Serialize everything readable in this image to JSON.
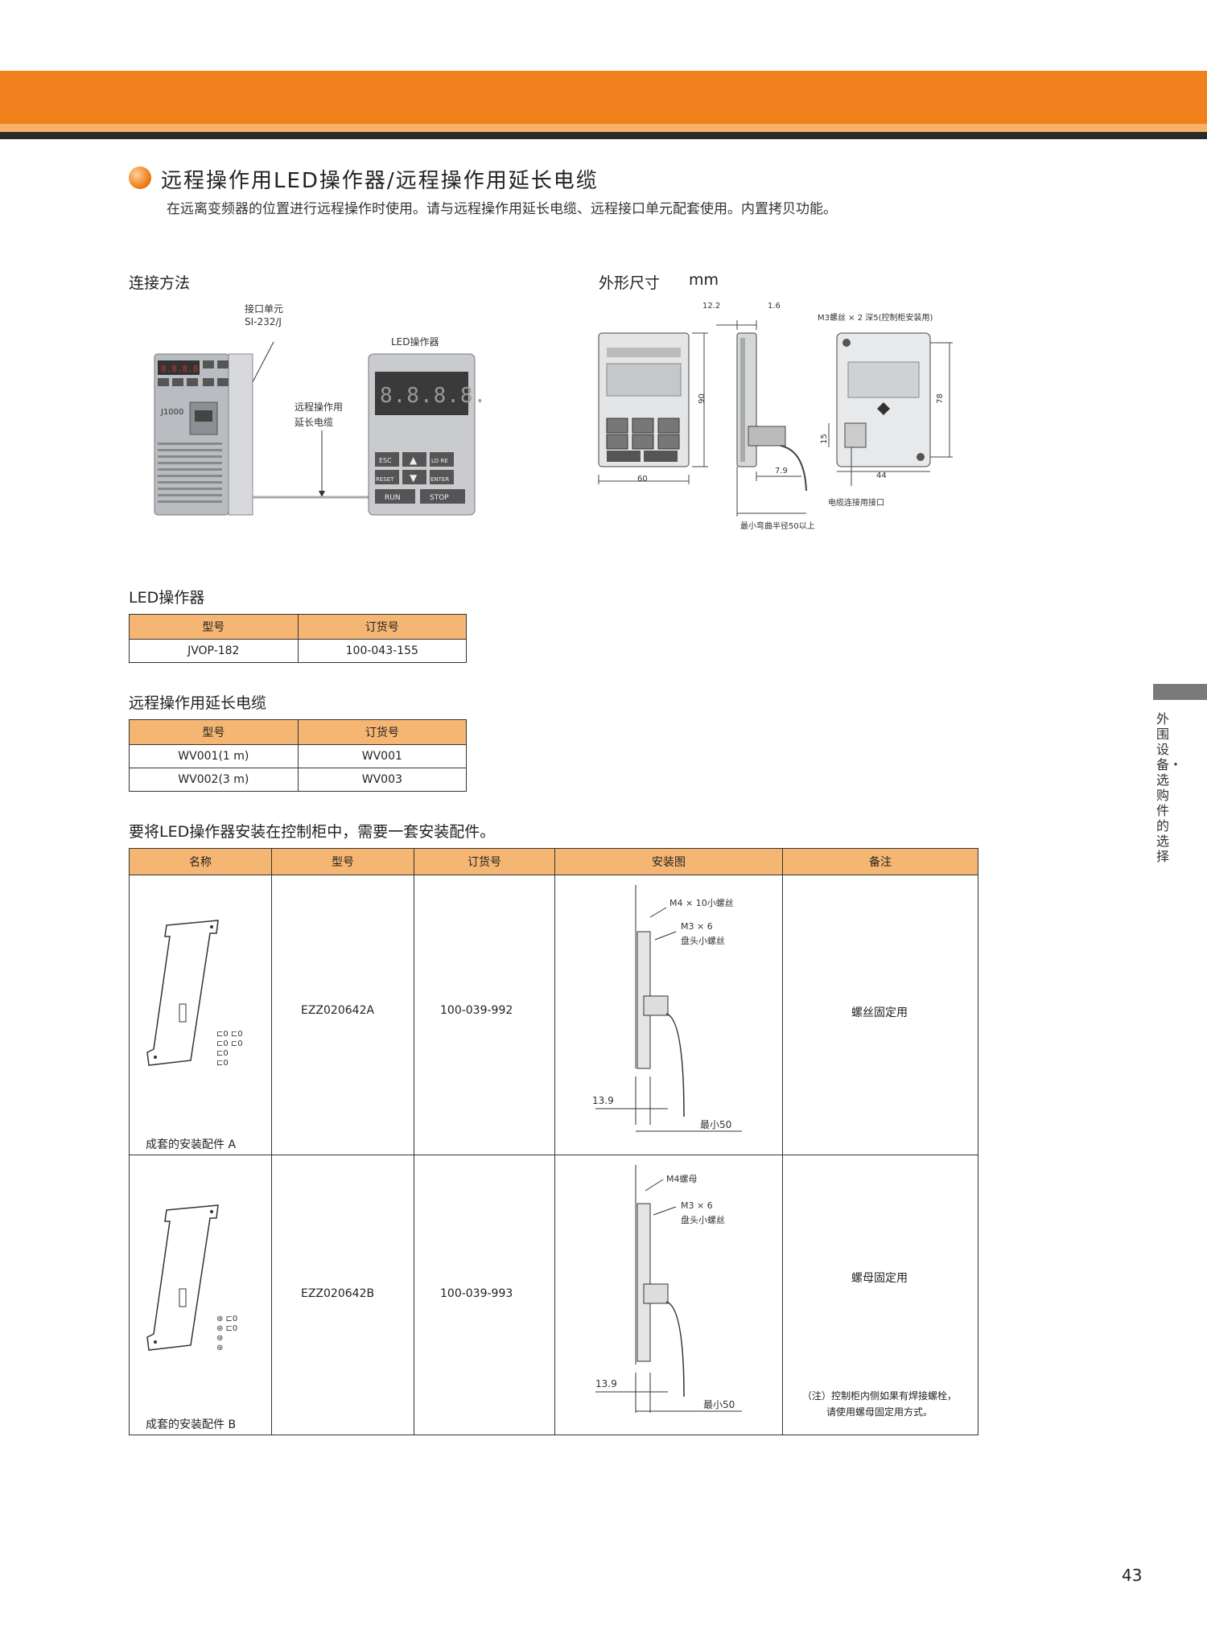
{
  "header": {
    "title": "远程操作用LED操作器/远程操作用延长电缆",
    "subtitle": "在远离变频器的位置进行远程操作时使用。请与远程操作用延长电缆、远程接口单元配套使用。内置拷贝功能。"
  },
  "connection": {
    "label": "连接方法",
    "interface_unit": "接口单元",
    "interface_model": "SI-232/J",
    "led_operator": "LED操作器",
    "cable_line1": "远程操作用",
    "cable_line2": "延长电缆",
    "inverter_name": "J1000",
    "display": "8.8.8.8.8",
    "keys": {
      "esc": "ESC",
      "lo_re": "LO RE",
      "reset": "RESET",
      "enter": "ENTER",
      "run": "RUN",
      "stop": "STOP"
    }
  },
  "dimensions": {
    "label": "外形尺寸",
    "unit": "mm",
    "d_12_2": "12.2",
    "d_1_6": "1.6",
    "screw_note": "M3螺丝 × 2 深5(控制柜安装用)",
    "d_90": "90",
    "d_60": "60",
    "d_7_9": "7.9",
    "d_15": "15",
    "d_44": "44",
    "d_78": "78",
    "cable_connector": "电缆连接用接口",
    "min_bend": "最小弯曲半径50以上"
  },
  "led_table": {
    "label": "LED操作器",
    "headers": [
      "型号",
      "订货号"
    ],
    "rows": [
      [
        "JVOP-182",
        "100-043-155"
      ]
    ]
  },
  "cable_table": {
    "label": "远程操作用延长电缆",
    "headers": [
      "型号",
      "订货号"
    ],
    "rows": [
      [
        "WV001(1 m)",
        "WV001"
      ],
      [
        "WV002(3 m)",
        "WV003"
      ]
    ]
  },
  "mount_table": {
    "label": "要将LED操作器安装在控制柜中，需要一套安装配件。",
    "headers": [
      "名称",
      "型号",
      "订货号",
      "安装图",
      "备注"
    ],
    "rows": [
      {
        "name": "成套的安装配件 A",
        "model": "EZZ020642A",
        "order": "100-039-992",
        "note": "螺丝固定用",
        "note2_line1": "",
        "note2_line2": "",
        "fig_screw1": "M4 × 10小螺丝",
        "fig_screw2": "M3 × 6",
        "fig_screw3": "盘头小螺丝",
        "fig_dim": "13.9",
        "fig_min": "最小50"
      },
      {
        "name": "成套的安装配件 B",
        "model": "EZZ020642B",
        "order": "100-039-993",
        "note": "螺母固定用",
        "note2_line1": "（注）控制柜内侧如果有焊接螺栓，",
        "note2_line2": "请使用螺母固定用方式。",
        "fig_screw1": "M4螺母",
        "fig_screw2": "M3 × 6",
        "fig_screw3": "盘头小螺丝",
        "fig_dim": "13.9",
        "fig_min": "最小50"
      }
    ]
  },
  "side_tab": "外围设备・选购件的选择",
  "page_number": "43",
  "colors": {
    "accent": "#f0801c",
    "table_header": "#f6b673",
    "dark": "#2a2a2a",
    "tab": "#7a7a7a"
  }
}
